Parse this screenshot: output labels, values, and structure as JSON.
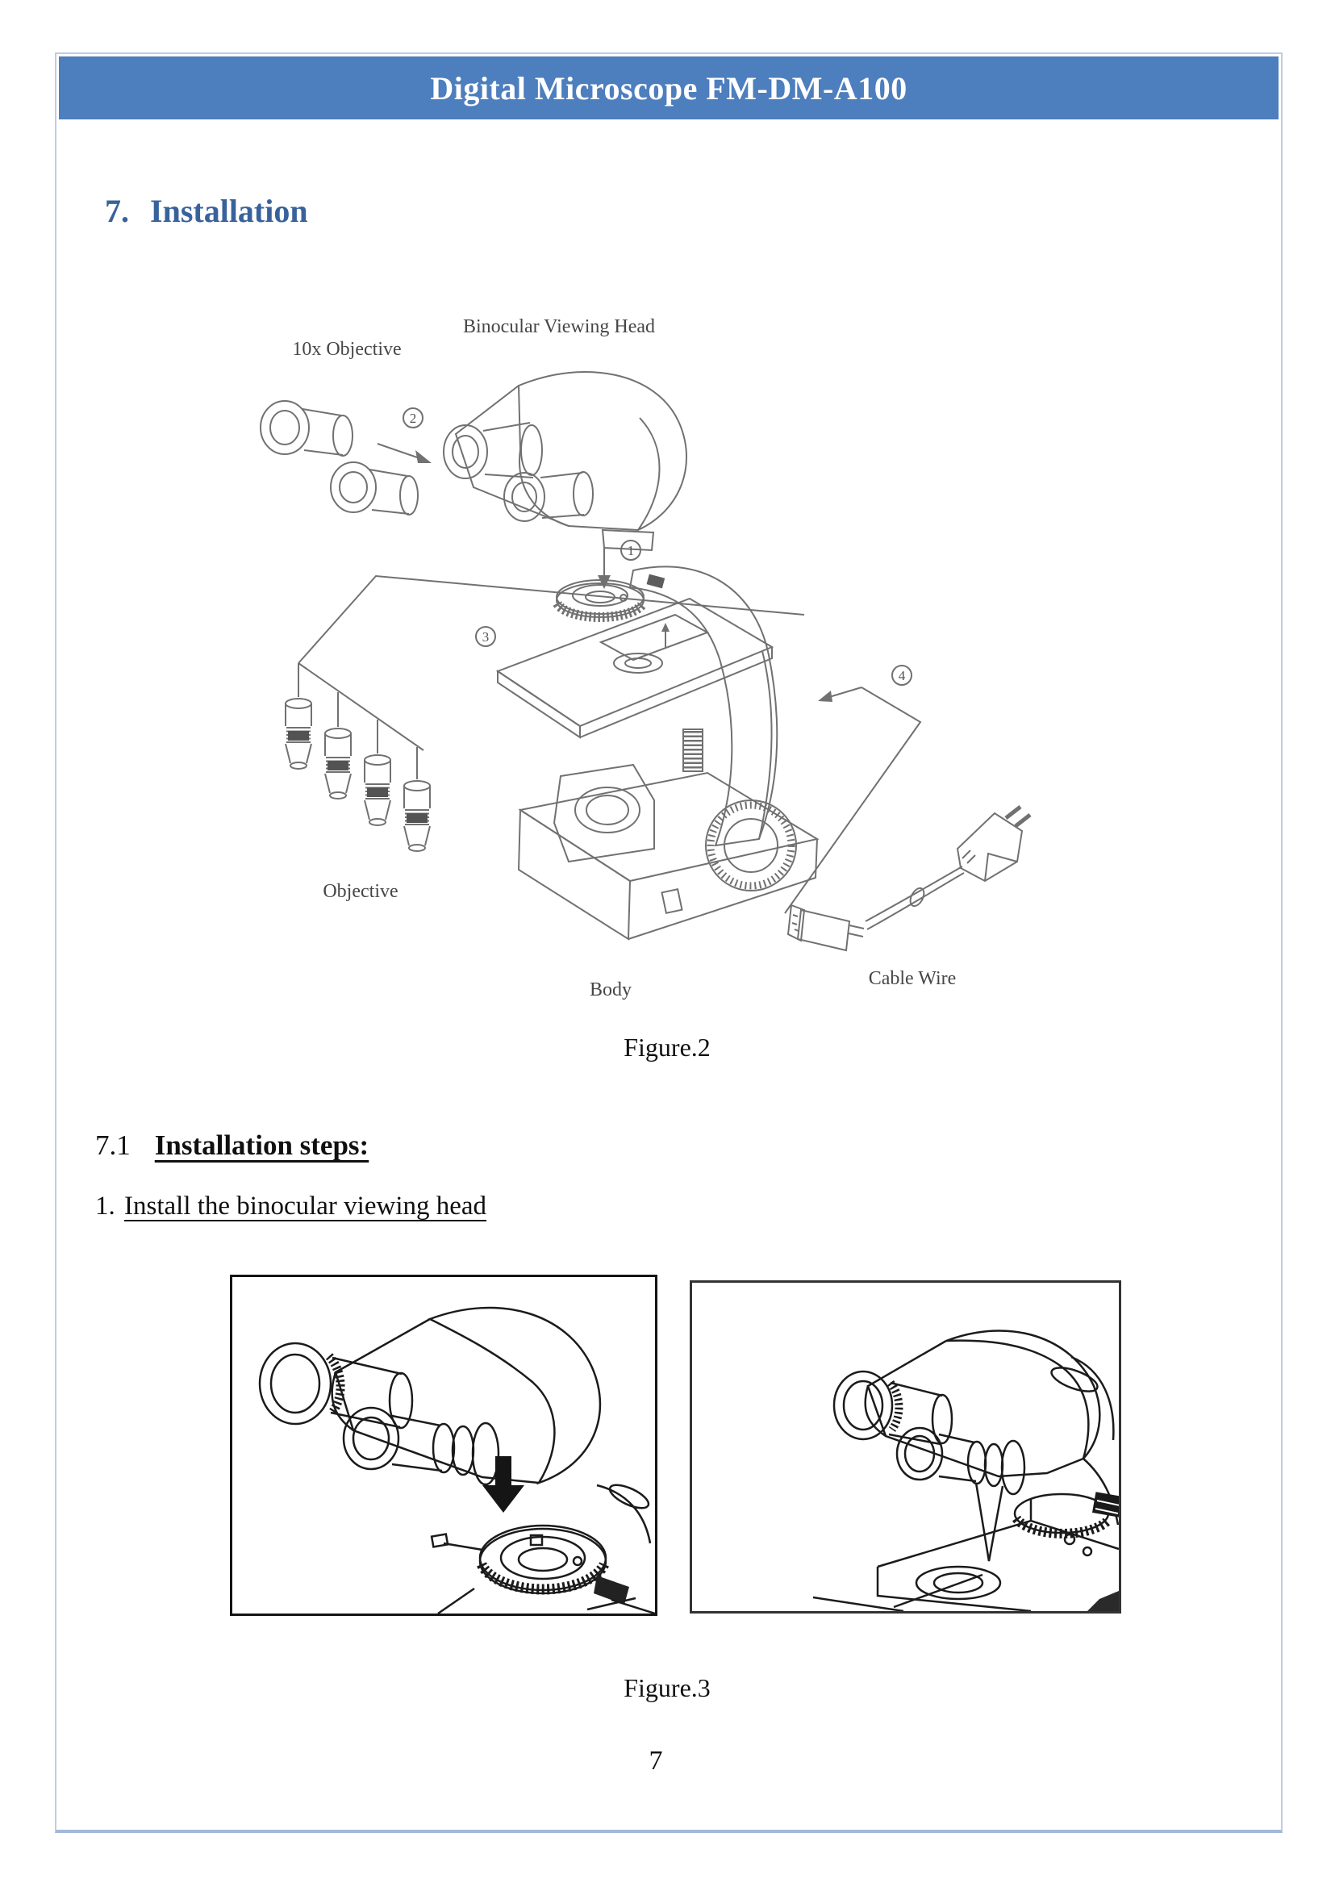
{
  "header": {
    "title": "Digital Microscope FM-DM-A100"
  },
  "section": {
    "number": "7.",
    "title": "Installation"
  },
  "figure2": {
    "caption": "Figure.2",
    "labels": {
      "objective_10x": "10x Objective",
      "binocular_viewing_head": "Binocular Viewing Head",
      "objective": "Objective",
      "body": "Body",
      "cable_wire": "Cable Wire"
    },
    "annotations": {
      "n1": "1",
      "n2": "2",
      "n3": "3",
      "n4": "4"
    }
  },
  "subsection": {
    "number": "7.1",
    "title": "Installation steps:"
  },
  "step1": {
    "number": "1.",
    "text": "Install the binocular viewing head"
  },
  "figure3": {
    "caption": "Figure.3"
  },
  "page_number": "7",
  "colors": {
    "header_bg": "#4d7ebd",
    "header_text": "#ffffff",
    "section_heading_text": "#38629c",
    "page_border": "#bdcde1",
    "page_border_bottom": "#a2bad8",
    "body_text": "#141414",
    "figure2_line": "#6a6a6a",
    "figure3_line": "#1b1b1b"
  }
}
